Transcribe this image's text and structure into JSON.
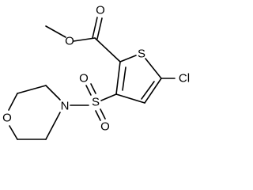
{
  "molecule": {
    "atoms": {
      "carbonyl_oxygen": "O",
      "ester_oxygen": "O",
      "thiophene_sulfur": "S",
      "chlorine": "Cl",
      "sulfonyl_sulfur": "S",
      "sulfonyl_oxygen_top": "O",
      "sulfonyl_oxygen_bottom": "O",
      "morpholine_nitrogen": "N",
      "morpholine_oxygen": "O"
    }
  }
}
